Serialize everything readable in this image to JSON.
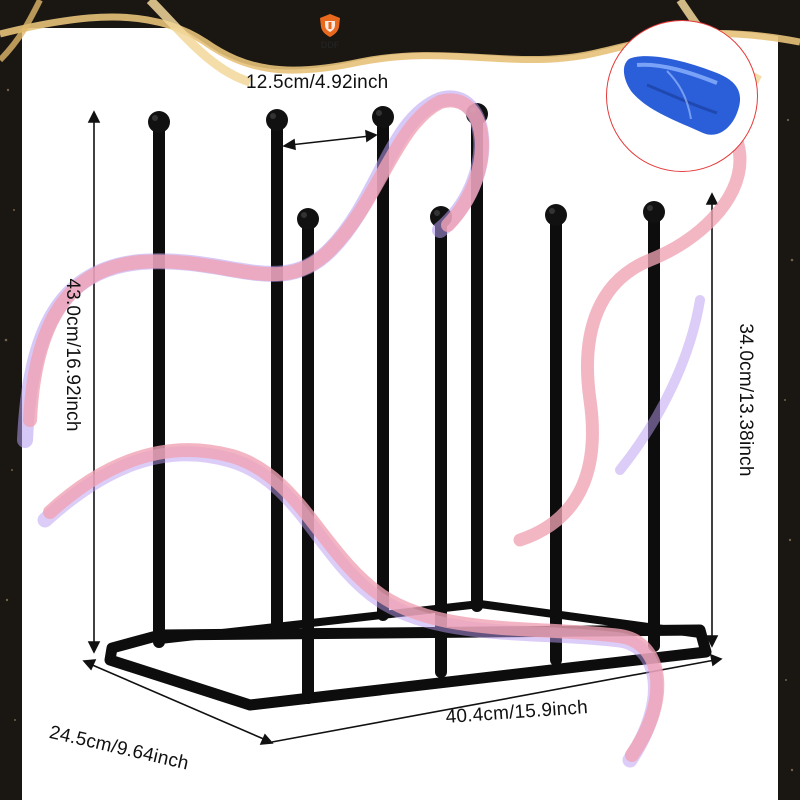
{
  "brand": {
    "logo_text": "DDF",
    "logo_icon": "shield-crest-icon",
    "color": "#e8681e"
  },
  "dimensions": {
    "post_spacing": "12.5cm/4.92inch",
    "overall_height": "43.0cm/16.92inch",
    "short_post_height": "34.0cm/13.38inch",
    "depth": "24.5cm/9.64inch",
    "length": "40.4cm/15.9inch"
  },
  "inset": {
    "subject": "blue-storage-bag"
  },
  "colors": {
    "rack": "#0d0d0d",
    "ribbon": "#f0a3b4",
    "ribbon_shade": "#b79cf0",
    "gold_ribbon": "#e7c27a",
    "inset_border": "#e53a3a",
    "bag": "#2b5fd9"
  }
}
